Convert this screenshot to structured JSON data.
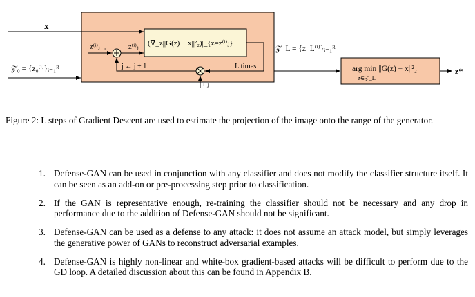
{
  "figure": {
    "labels": {
      "x_input": "x",
      "z0_set": "𝒵₀ = {z₀⁽ⁱ⁾}ᵢ₌₁ᴿ",
      "z_prev": "z⁽ⁱ⁾ⱼ₋₁",
      "z_cur": "z⁽ⁱ⁾ⱼ",
      "gradient_box": "(∇_z||G(z) − x||²₂)|_{z=z⁽ⁱ⁾ⱼ}",
      "index_update": "j ← j + 1",
      "l_times": "L times",
      "eta": "ηⱼ",
      "zl_set": "𝒵_L = {z_L⁽ⁱ⁾}ᵢ₌₁ᴿ",
      "argmin_box": "arg min ||G(z) − x||²₂",
      "argmin_sub": "z∈𝒵_L",
      "z_star": "z*"
    },
    "colors": {
      "outer_fill": "#f8c8a8",
      "inner_fill": "#fbf5d6",
      "stroke": "#000000"
    }
  },
  "caption": {
    "label": "Figure 2:",
    "text": "L steps of Gradient Descent are used to estimate the projection of the image onto the range of the generator."
  },
  "list": [
    {
      "num": "1.",
      "text": "Defense-GAN can be used in conjunction with any classifier and does not modify the classifier structure itself. It can be seen as an add-on or pre-processing step prior to classification."
    },
    {
      "num": "2.",
      "text": "If the GAN is representative enough, re-training the classifier should not be necessary and any drop in performance due to the addition of Defense-GAN should not be significant."
    },
    {
      "num": "3.",
      "text": "Defense-GAN can be used as a defense to any attack: it does not assume an attack model, but simply leverages the generative power of GANs to reconstruct adversarial examples."
    },
    {
      "num": "4.",
      "text": "Defense-GAN is highly non-linear and white-box gradient-based attacks will be difficult to perform due to the GD loop. A detailed discussion about this can be found in Appendix B."
    }
  ]
}
